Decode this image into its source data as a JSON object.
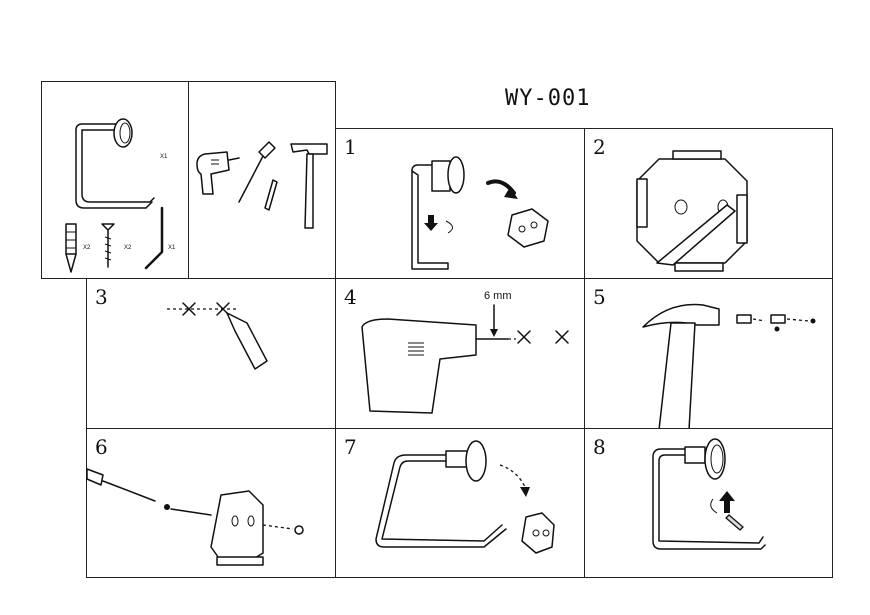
{
  "title": "WY-001",
  "parts": {
    "holder_qty": "X1",
    "anchor_qty": "X2",
    "screw_qty": "X2",
    "hex_key_qty": "X1"
  },
  "tools": [
    "drill-icon",
    "screwdriver-icon",
    "pencil-icon",
    "hammer-icon"
  ],
  "steps": [
    {
      "number": "1"
    },
    {
      "number": "2"
    },
    {
      "number": "3"
    },
    {
      "number": "4",
      "drill_depth": "6 mm"
    },
    {
      "number": "5"
    },
    {
      "number": "6"
    },
    {
      "number": "7"
    },
    {
      "number": "8"
    }
  ]
}
